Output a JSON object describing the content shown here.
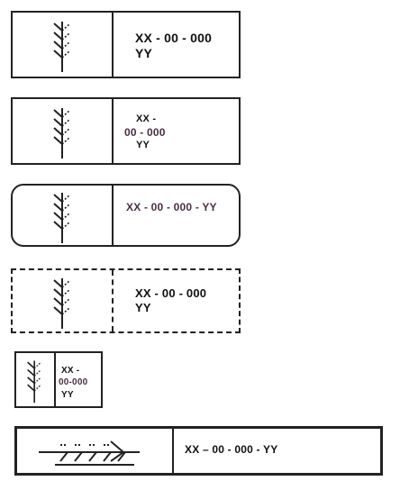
{
  "labels": [
    {
      "line1": "XX - 00 - 000",
      "line2": "YY"
    },
    {
      "line1": "XX -",
      "line2": "00 - 000",
      "line3": "YY"
    },
    {
      "line1": "XX - 00 - 000 - YY"
    },
    {
      "line1": "XX -  00  -  000",
      "line2": "YY"
    },
    {
      "line1": "XX -",
      "line2": "00-000",
      "line3": "YY"
    },
    {
      "line1": "XX –  00  - 000 - YY"
    }
  ],
  "colors": {
    "stroke": "#222222",
    "text": "#111111",
    "accent": "#4a2f44"
  },
  "icons": [
    "wheat-ear-icon"
  ]
}
